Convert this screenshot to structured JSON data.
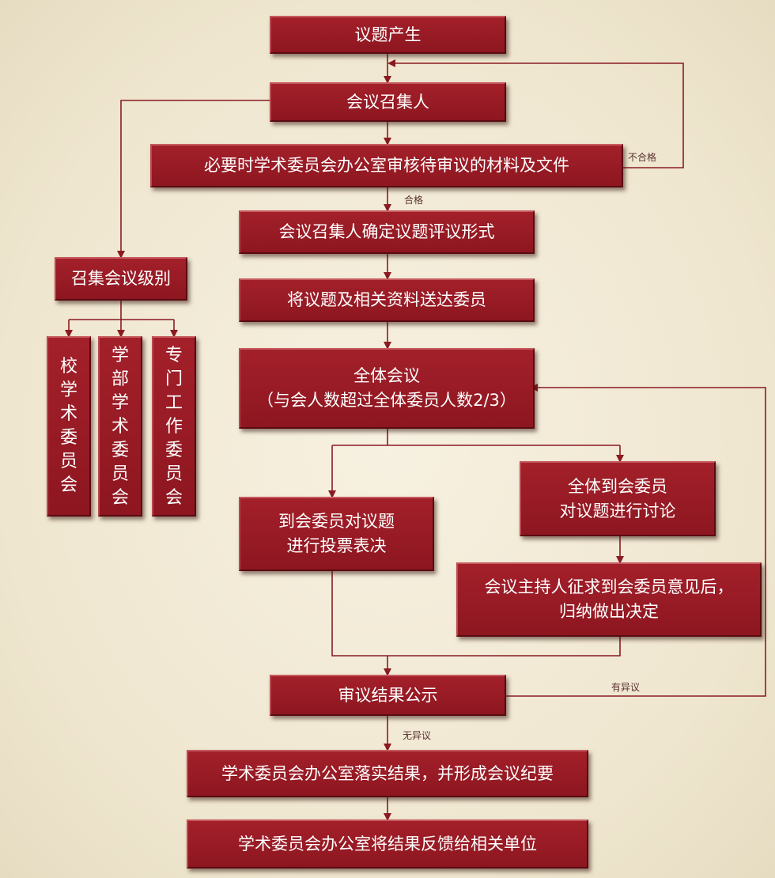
{
  "nodes": {
    "topic_generated": "议题产生",
    "convener": "会议召集人",
    "office_review": "必要时学术委员会办公室审核待审议的材料及文件",
    "determine_form": "会议召集人确定议题评议形式",
    "deliver_materials": "将议题及相关资料送达委员",
    "plenary_meeting": "全体会议\n（与会人数超过全体委员人数2/3）",
    "vote": "到会委员对议题\n进行投票表决",
    "discussion": "全体到会委员\n对议题进行讨论",
    "host_decision": "会议主持人征求到会委员意见后，\n归纳做出决定",
    "publicize": "审议结果公示",
    "implement": "学术委员会办公室落实结果，并形成会议纪要",
    "feedback": "学术委员会办公室将结果反馈给相关单位",
    "meeting_level": "召集会议级别",
    "school_committee": "校\n学\n术\n委\n员\n会",
    "faculty_committee": "学\n部\n学\n术\n委\n员\n会",
    "special_committee": "专\n门\n工\n作\n委\n员\n会"
  },
  "labels": {
    "unqualified": "不合格",
    "qualified": "合格",
    "objection": "有异议",
    "no_objection": "无异议"
  },
  "colors": {
    "box_fill": "#9a1b24",
    "line": "#8a1b22",
    "background": "#f3ecd8"
  }
}
